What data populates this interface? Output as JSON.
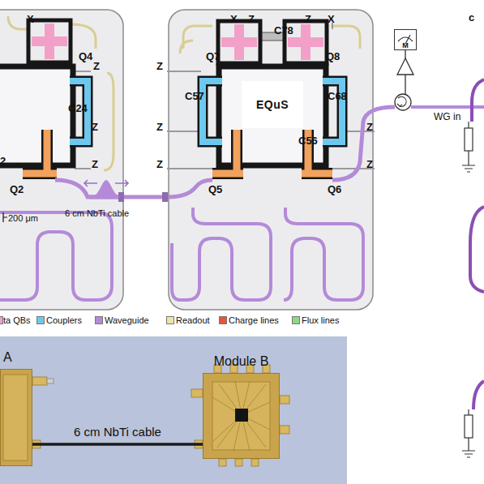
{
  "diagram": {
    "nodes": [
      {
        "text": [
          "EQuS"
        ]
      },
      {
        "text": [
          "M"
        ]
      },
      {
        "text": [
          "A"
        ]
      },
      {
        "text": [
          "Module B"
        ]
      }
    ],
    "edges": [
      {
        "from": 2,
        "to": 3,
        "arrow": "none",
        "label": "6 cm NbTi cable"
      }
    ],
    "labels": [
      "X",
      "Q4",
      "Z",
      "C24",
      "Z",
      "2",
      "Z",
      "Q2",
      "200 μm",
      "6 cm NbTi cable",
      "X",
      "Z",
      "C78",
      "Z",
      "X",
      "Q7",
      "Q8",
      "Z",
      "C57",
      "C68",
      "Z",
      "Z",
      "C56",
      "Z",
      "Z",
      "Q5",
      "Q6",
      "WG in",
      "c"
    ],
    "legend": [
      {
        "text": "ta QBs",
        "color": "#f2a0c8"
      },
      {
        "text": "Couplers",
        "color": "#6cc8ee"
      },
      {
        "text": "Waveguide",
        "color": "#b48ad8"
      },
      {
        "text": "Readout",
        "color": "#efe4a2"
      },
      {
        "text": "Charge lines",
        "color": "#e8553a"
      },
      {
        "text": "Flux lines",
        "color": "#8fd68a"
      }
    ]
  }
}
